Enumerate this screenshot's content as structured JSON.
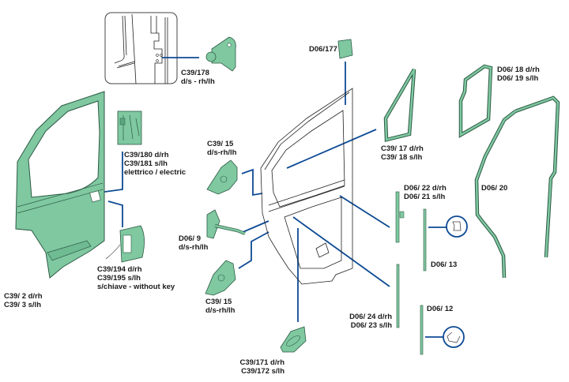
{
  "diagram": {
    "colors": {
      "part_fill": "#7fc8a0",
      "part_stroke": "#2d5a45",
      "leader": "#0d4a94",
      "outline": "#222222"
    },
    "parts": {
      "hinge_top": {
        "lines": [
          "C39/178",
          "d/s - rh/lh"
        ]
      },
      "lock_elec": {
        "lines": [
          "C39/180 d/rh",
          "C39/181 s/lh",
          "elettrico / electric"
        ]
      },
      "outer_handle": {
        "lines": [
          "C39/194 d/rh",
          "C39/195 s/lh",
          "s/chiave - without key"
        ]
      },
      "door_shell": {
        "lines": [
          "C39/  2 d/rh",
          "C39/  3 s/lh"
        ]
      },
      "hinge_upper": {
        "lines": [
          "C39/ 15",
          "d/s-rh/lh"
        ]
      },
      "check_strap": {
        "lines": [
          "D06/  9",
          "d/s-rh/lh"
        ]
      },
      "hinge_lower": {
        "lines": [
          "C39/ 15",
          "d/s-rh/lh"
        ]
      },
      "inner_handle": {
        "lines": [
          "C39/171 d/rh",
          "C39/172 s/lh"
        ]
      },
      "bracket": {
        "lines": [
          "D06/177"
        ]
      },
      "vent_seal": {
        "lines": [
          "C39/ 17 d/rh",
          "C39/ 18 s/lh"
        ]
      },
      "window_seal": {
        "lines": [
          "D06/ 18 d/rh",
          "D06/ 19 s/lh"
        ]
      },
      "door_seal": {
        "lines": [
          "D06/ 20"
        ]
      },
      "channel_a": {
        "lines": [
          "D06/ 22 d/rh",
          "D06/ 21 s/lh"
        ]
      },
      "channel_b": {
        "lines": [
          "D06/ 13"
        ]
      },
      "channel_c": {
        "lines": [
          "D06/ 24 d/rh",
          "D06/ 23 s/lh"
        ]
      },
      "channel_d": {
        "lines": [
          "D06/ 12"
        ]
      }
    }
  }
}
